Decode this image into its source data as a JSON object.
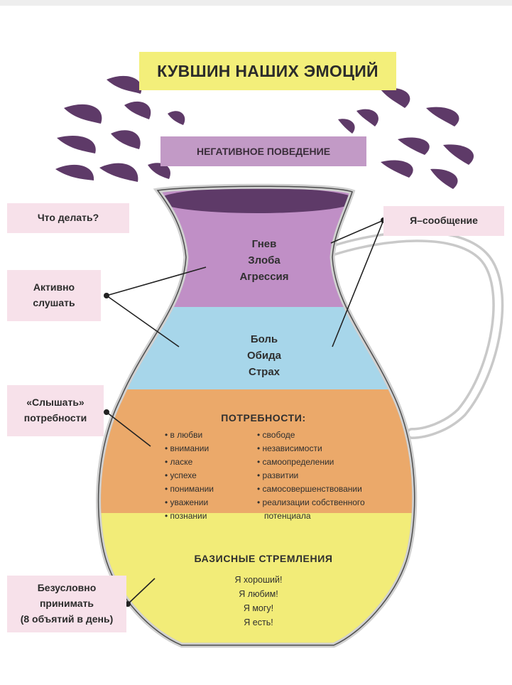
{
  "title": "КУВШИН НАШИХ ЭМОЦИЙ",
  "negative_behavior": "НЕГАТИВНОЕ ПОВЕДЕНИЕ",
  "side_labels": {
    "what_to_do": "Что делать?",
    "active_listen": [
      "Активно",
      "слушать"
    ],
    "hear_needs": [
      "«Слышать»",
      "потребности"
    ],
    "accept": [
      "Безусловно",
      "принимать",
      "(8 объятий в день)"
    ],
    "i_message": "Я–сообщение"
  },
  "layers": {
    "anger": [
      "Гнев",
      "Злоба",
      "Агрессия"
    ],
    "pain": [
      "Боль",
      "Обида",
      "Страх"
    ],
    "needs": {
      "heading": "ПОТРЕБНОСТИ:",
      "left": [
        "• в любви",
        "• внимании",
        "• ласке",
        "• успехе",
        "• понимании",
        "• уважении",
        "• познании"
      ],
      "right": [
        "• свободе",
        "• независимости",
        "• самоопределении",
        "• развитии",
        "• самосовершенствовании",
        "• реализации собственного",
        "   потенциала"
      ]
    },
    "basic": {
      "heading": "БАЗИСНЫЕ СТРЕМЛЕНИЯ",
      "items": [
        "Я хороший!",
        "Я любим!",
        "Я могу!",
        "Я есть!"
      ]
    }
  },
  "colors": {
    "purple_layer": "#c08fc6",
    "blue_layer": "#a7d6ea",
    "orange_layer": "#eba96a",
    "yellow_layer": "#f2ec78",
    "splash": "#5e3a68",
    "title_bg": "#f3ef7a",
    "label_bg": "#f7e1ea"
  }
}
